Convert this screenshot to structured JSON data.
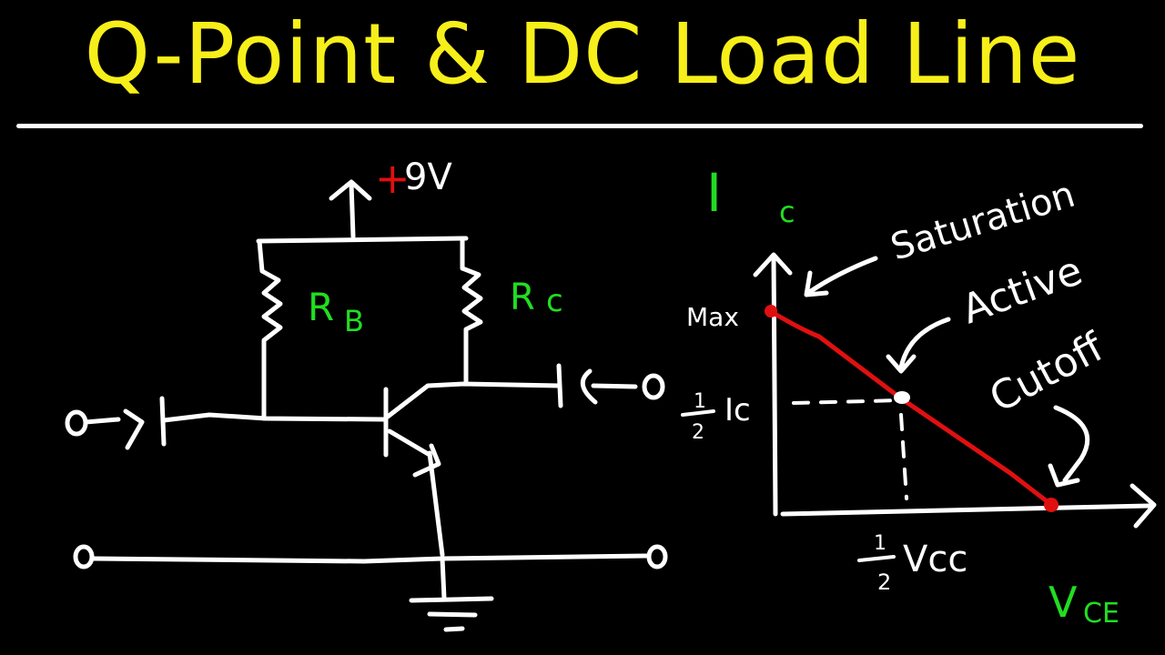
{
  "title": "Q-Point & DC Load Line",
  "colors": {
    "background": "#000000",
    "title": "#f7ef1a",
    "ink": "#ffffff",
    "label_green": "#22dd22",
    "load_line_red": "#e01010"
  },
  "circuit": {
    "supply_sign": "+",
    "supply_value": "9V",
    "rb_main": "R",
    "rb_sub": "B",
    "rc_main": "R",
    "rc_sub": "c"
  },
  "graph": {
    "y_axis_main": "I",
    "y_axis_sub": "c",
    "x_axis_main": "V",
    "x_axis_sub": "CE",
    "max_label": "Max",
    "half_ic_frac_num": "1",
    "half_ic_frac_den": "2",
    "half_ic_label": "Ic",
    "half_vcc_frac_num": "1",
    "half_vcc_frac_den": "2",
    "half_vcc_label": "Vcc",
    "annotations": {
      "saturation": "Saturation",
      "active": "Active",
      "cutoff": "Cutoff"
    }
  }
}
